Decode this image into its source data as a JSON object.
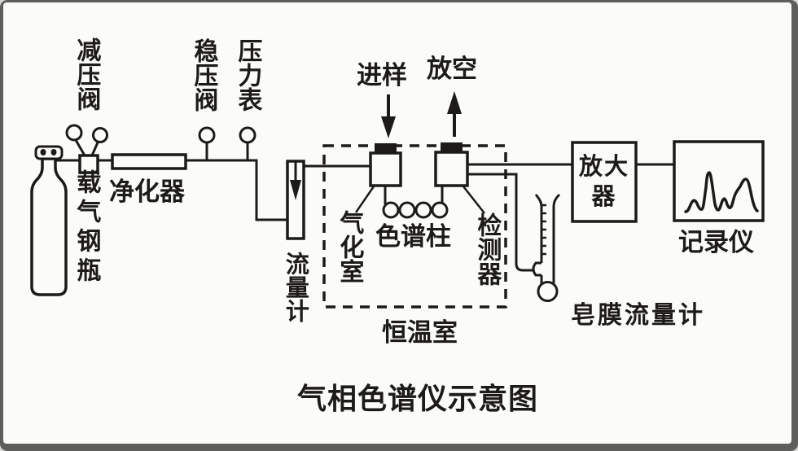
{
  "title": "气相色谱仪示意图",
  "components": {
    "reducing_valve": {
      "label": "减压阀"
    },
    "carrier_cylinder": {
      "label": "载气钢瓶"
    },
    "purifier": {
      "label": "净化器"
    },
    "stabilizing_valve": {
      "label": "稳压阀"
    },
    "pressure_gauge": {
      "label": "压力表"
    },
    "flow_meter": {
      "label": "流量计"
    },
    "injection_port": {
      "label": "进样"
    },
    "vent": {
      "label": "放空"
    },
    "vaporizer": {
      "label": "气化室"
    },
    "column": {
      "label": "色谱柱"
    },
    "detector": {
      "label": "检测器"
    },
    "oven": {
      "label": "恒温室"
    },
    "amplifier": {
      "label": "放大器"
    },
    "recorder": {
      "label": "记录仪"
    },
    "soap_film_flow_meter": {
      "label": "皂膜流量计"
    }
  },
  "icons": {
    "injection_arrow": "arrow-down",
    "vent_arrow": "arrow-up",
    "flow_meter_arrow": "arrow-down",
    "recorder_trace": "chromatogram-peaks"
  },
  "colors": {
    "ink": "#1d1b18",
    "paper": "#fbfbf8",
    "frame": "#5e5e5a"
  }
}
